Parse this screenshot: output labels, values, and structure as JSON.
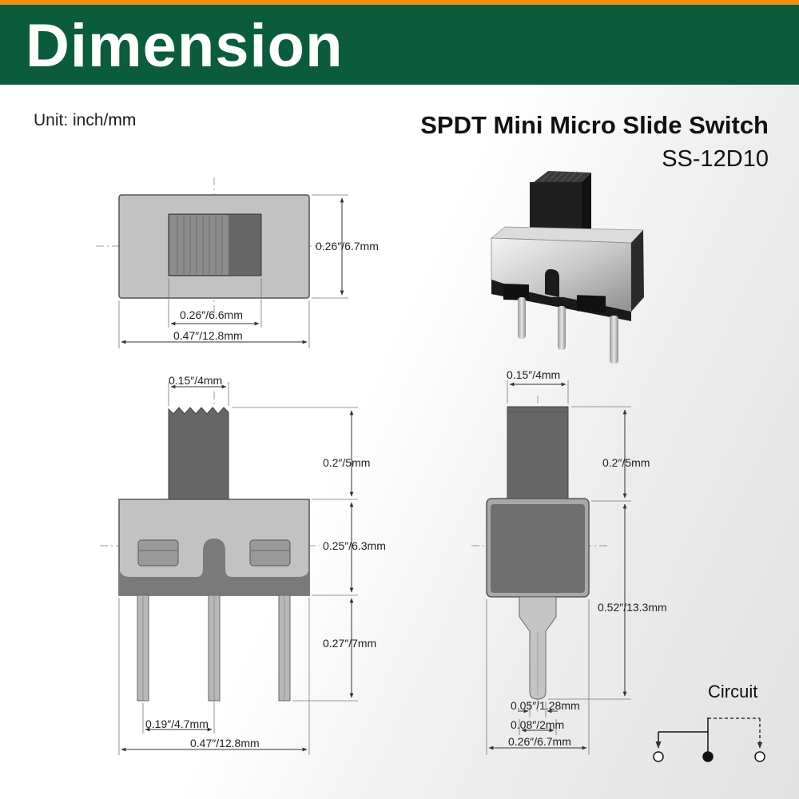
{
  "header": {
    "title": "Dimension"
  },
  "unit": {
    "label": "Unit: inch/",
    "suffix": "mm"
  },
  "product": {
    "title": "SPDT Mini Micro Slide Switch",
    "model": "SS-12D10"
  },
  "dimensions": {
    "top_height": "0.26″/6.7mm",
    "top_actuator_width": "0.26″/6.6mm",
    "top_body_width": "0.47″/12.8mm",
    "front_actuator_width": "0.15″/4mm",
    "front_actuator_height": "0.2″/5mm",
    "front_body_height": "0.25″/6.3mm",
    "front_pin_length": "0.27″/7mm",
    "front_pin_pitch": "0.19″/4.7mm",
    "front_body_width": "0.47″/12.8mm",
    "side_actuator_width": "0.15″/4mm",
    "side_actuator_height": "0.2″/5mm",
    "side_total_height": "0.52″/13.3mm",
    "side_pin_thickness": "0.05″/1.28mm",
    "side_pin_width": "0.08″/2mm",
    "side_body_width": "0.26″/6.7mm"
  },
  "circuit": {
    "label": "Circuit"
  }
}
